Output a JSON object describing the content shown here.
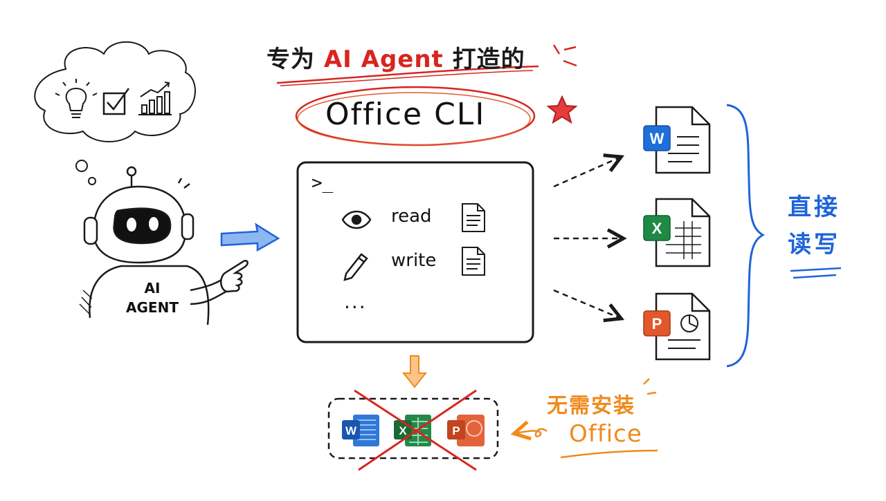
{
  "title": {
    "prefix": "专为",
    "highlight": "AI Agent",
    "suffix": "打造的",
    "product_name": "Office CLI"
  },
  "agent": {
    "shirt_line1": "AI",
    "shirt_line2": "AGENT",
    "thought_icons": [
      "lightbulb-icon",
      "checkbox-icon",
      "bar-chart-icon"
    ]
  },
  "terminal": {
    "prompt": ">_",
    "commands": [
      {
        "icon": "eye-icon",
        "label": "read",
        "doc_icon": "document-icon"
      },
      {
        "icon": "pencil-icon",
        "label": "write",
        "doc_icon": "document-icon"
      }
    ],
    "more": "..."
  },
  "outputs": [
    {
      "name": "word-document",
      "badge": "W",
      "color": "#1e6fd9"
    },
    {
      "name": "excel-document",
      "badge": "X",
      "color": "#1f8a44"
    },
    {
      "name": "powerpoint-document",
      "badge": "P",
      "color": "#e2572b"
    }
  ],
  "side_label": {
    "line1": "直接",
    "line2": "读写"
  },
  "no_install": {
    "line1": "无需安装",
    "line2": "Office"
  },
  "colors": {
    "accent_red": "#d8251f",
    "accent_blue": "#1f63d9",
    "accent_orange": "#f08a1c"
  }
}
